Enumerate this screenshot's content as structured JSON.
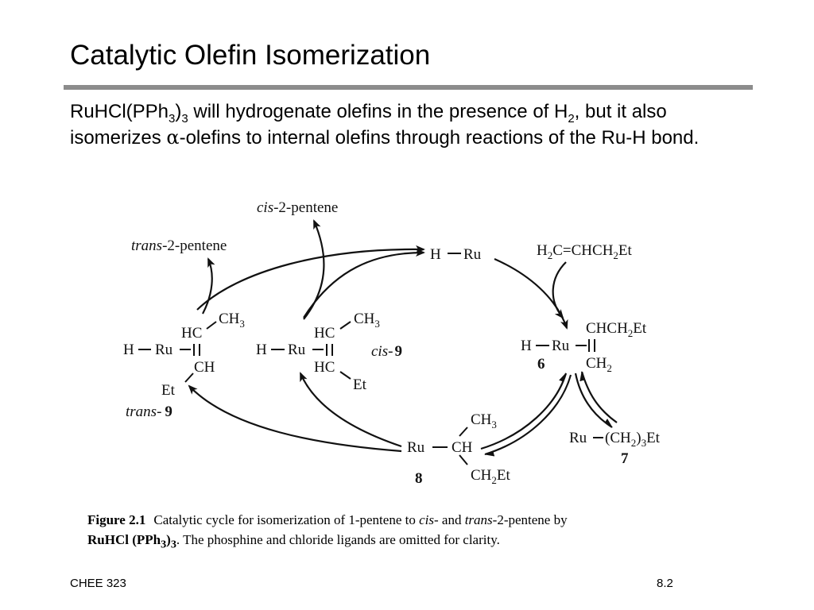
{
  "slide": {
    "title": "Catalytic Olefin Isomerization",
    "intro": {
      "p1": "RuHCl(PPh",
      "s1": "3",
      "p2": ")",
      "s2": "3",
      "p3": " will hydrogenate olefins in the presence of H",
      "s3": "2",
      "p4": ", but it also isomerizes ",
      "alpha": "α",
      "p5": "-olefins to internal olefins through reactions of the Ru-H bond."
    }
  },
  "diagram": {
    "cis_product": {
      "italic": "cis",
      "rest": "-2-pentene"
    },
    "trans_product": {
      "italic": "trans",
      "rest": "-2-pentene"
    },
    "catalyst": {
      "h": "H",
      "ru": "Ru"
    },
    "substrate": {
      "p1": "H",
      "s1": "2",
      "p2": "C=CHCH",
      "s2": "2",
      "p3": "Et"
    },
    "trans9": {
      "h": "H",
      "ru": "Ru",
      "hc": "HC",
      "ch3": "CH",
      "ch3_sub": "3",
      "ch": "CH",
      "et": "Et",
      "label_italic": "trans-",
      "label_num": "9"
    },
    "cis9": {
      "h": "H",
      "ru": "Ru",
      "hc_top": "HC",
      "ch3": "CH",
      "ch3_sub": "3",
      "hc_bottom": "HC",
      "et": "Et",
      "label_italic": "cis-",
      "label_num": "9"
    },
    "c6": {
      "h": "H",
      "ru": "Ru",
      "top_p1": "CHCH",
      "top_s1": "2",
      "top_p2": "Et",
      "bottom_p1": "CH",
      "bottom_s1": "2",
      "label": "6"
    },
    "c7": {
      "ru": "Ru",
      "p1": "(CH",
      "s1": "2",
      "p2": ")",
      "s2": "3",
      "p3": "Et",
      "label": "7"
    },
    "c8": {
      "ru": "Ru",
      "ch": "CH",
      "ch3": "CH",
      "ch3_sub": "3",
      "ch2et": "CH",
      "ch2et_sub": "2",
      "ch2et_rest": "Et",
      "label": "8"
    }
  },
  "caption": {
    "figure_label": "Figure 2.1",
    "text1": "Catalytic cycle for isomerization of 1-pentene to ",
    "cis": "cis",
    "text2": "- and ",
    "trans": "trans",
    "text3": "-2-pentene by",
    "line2": "RuHCl (PPh",
    "line2_sub": "3",
    "line2_end": ")",
    "line2_sub2": "3",
    "text4": ".  The phosphine and chloride ligands are omitted for clarity."
  },
  "footer": {
    "course": "CHEE 323",
    "page": "8.2"
  }
}
